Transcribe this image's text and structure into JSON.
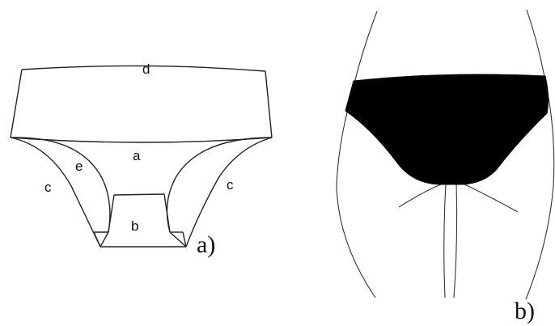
{
  "labels": {
    "a": "a",
    "b": "b",
    "c_left": "c",
    "c_right": "c",
    "d": "d",
    "e": "e"
  },
  "captions": {
    "panel_a": "a)",
    "panel_b": "b)"
  },
  "colors": {
    "line": "#222222",
    "fill": "#000000",
    "background": "#ffffff"
  }
}
